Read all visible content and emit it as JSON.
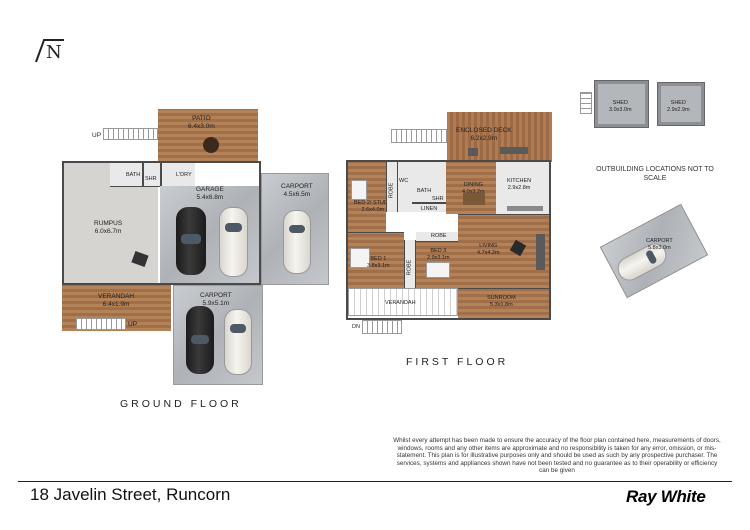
{
  "compass": {
    "letter": "N"
  },
  "ground_floor": {
    "title": "GROUND FLOOR",
    "rooms": {
      "patio": {
        "name": "PATIO",
        "dims": "6.4x3.0m"
      },
      "garage": {
        "name": "GARAGE",
        "dims": "5.4x6.8m"
      },
      "carport_side": {
        "name": "CARPORT",
        "dims": "4.5x6.5m"
      },
      "rumpus": {
        "name": "RUMPUS",
        "dims": "6.0x6.7m"
      },
      "bath": {
        "name": "BATH"
      },
      "shr": {
        "name": "SHR"
      },
      "ldry": {
        "name": "L'DRY"
      },
      "verandah": {
        "name": "VERANDAH",
        "dims": "6.4x1.9m"
      },
      "carport_front": {
        "name": "CARPORT",
        "dims": "5.9x5.1m"
      }
    },
    "stairs": {
      "up_top": "UP",
      "up_bottom": "UP"
    }
  },
  "first_floor": {
    "title": "FIRST FLOOR",
    "rooms": {
      "enclosed_deck": {
        "name": "ENCLOSED DECK",
        "dims": "6.2x2.9m"
      },
      "bed2": {
        "name": "BED 2/ STUDY",
        "dims": "2.6x4.0m"
      },
      "robe1": {
        "name": "ROBE"
      },
      "wc": {
        "name": "WC"
      },
      "bath": {
        "name": "BATH"
      },
      "shr": {
        "name": "SHR"
      },
      "linen": {
        "name": "LINEN"
      },
      "dining": {
        "name": "DINING",
        "dims": "4.0x3.2m"
      },
      "kitchen": {
        "name": "KITCHEN",
        "dims": "2.9x2.8m"
      },
      "bed1": {
        "name": "BED 1",
        "dims": "3.8x3.1m"
      },
      "robe2": {
        "name": "ROBE"
      },
      "robe3": {
        "name": "ROBE"
      },
      "bed3": {
        "name": "BED 3",
        "dims": "2.9x3.1m"
      },
      "living": {
        "name": "LIVING",
        "dims": "4.7x4.2m"
      },
      "verandah": {
        "name": "VERANDAH"
      },
      "sunroom": {
        "name": "SUNROOM",
        "dims": "5.3x1.8m"
      }
    },
    "stairs": {
      "dn_top": "DN",
      "dn_bottom": "DN"
    }
  },
  "outbuildings": {
    "shed1": {
      "name": "SHED",
      "dims": "3.0x3.0m"
    },
    "shed2": {
      "name": "SHED",
      "dims": "2.9x2.9m"
    },
    "carport": {
      "name": "CARPORT",
      "dims": "5.8x3.0m"
    },
    "note": "OUTBUILDING LOCATIONS NOT TO SCALE"
  },
  "disclaimer": "Whilst every attempt has been made to ensure the accuracy of the floor plan contained here, measurements of doors, windows, rooms and any other items are approximate and no responsibility is taken for any error, omission, or mis-statement. This plan is for illustrative purposes only and should be used as such by any prospective purchaser. The services, systems and appliances shown have not been tested and no guarantee as to their operability or efficiency can be given",
  "address": "18 Javelin Street, Runcorn",
  "brand": {
    "name": "Ray White",
    "color": "#000000"
  }
}
